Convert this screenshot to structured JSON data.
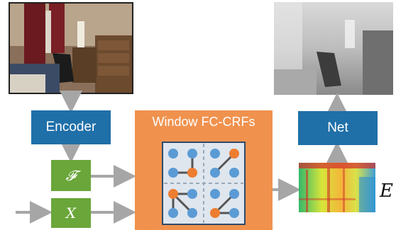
{
  "encoder": {
    "label": "Encoder"
  },
  "net": {
    "label": "Net"
  },
  "feature": {
    "label": "𝓕"
  },
  "x_input": {
    "label": "X"
  },
  "crf": {
    "title": "Window FC-CRFs"
  },
  "energy": {
    "label": "E"
  },
  "colors": {
    "blue_box": "#1f6fa8",
    "green_box": "#6aa63a",
    "crf_box": "#f0924e",
    "node": "#5b9bd5",
    "node_highlight": "#ed7d31",
    "arrow": "#a6a6a6"
  }
}
